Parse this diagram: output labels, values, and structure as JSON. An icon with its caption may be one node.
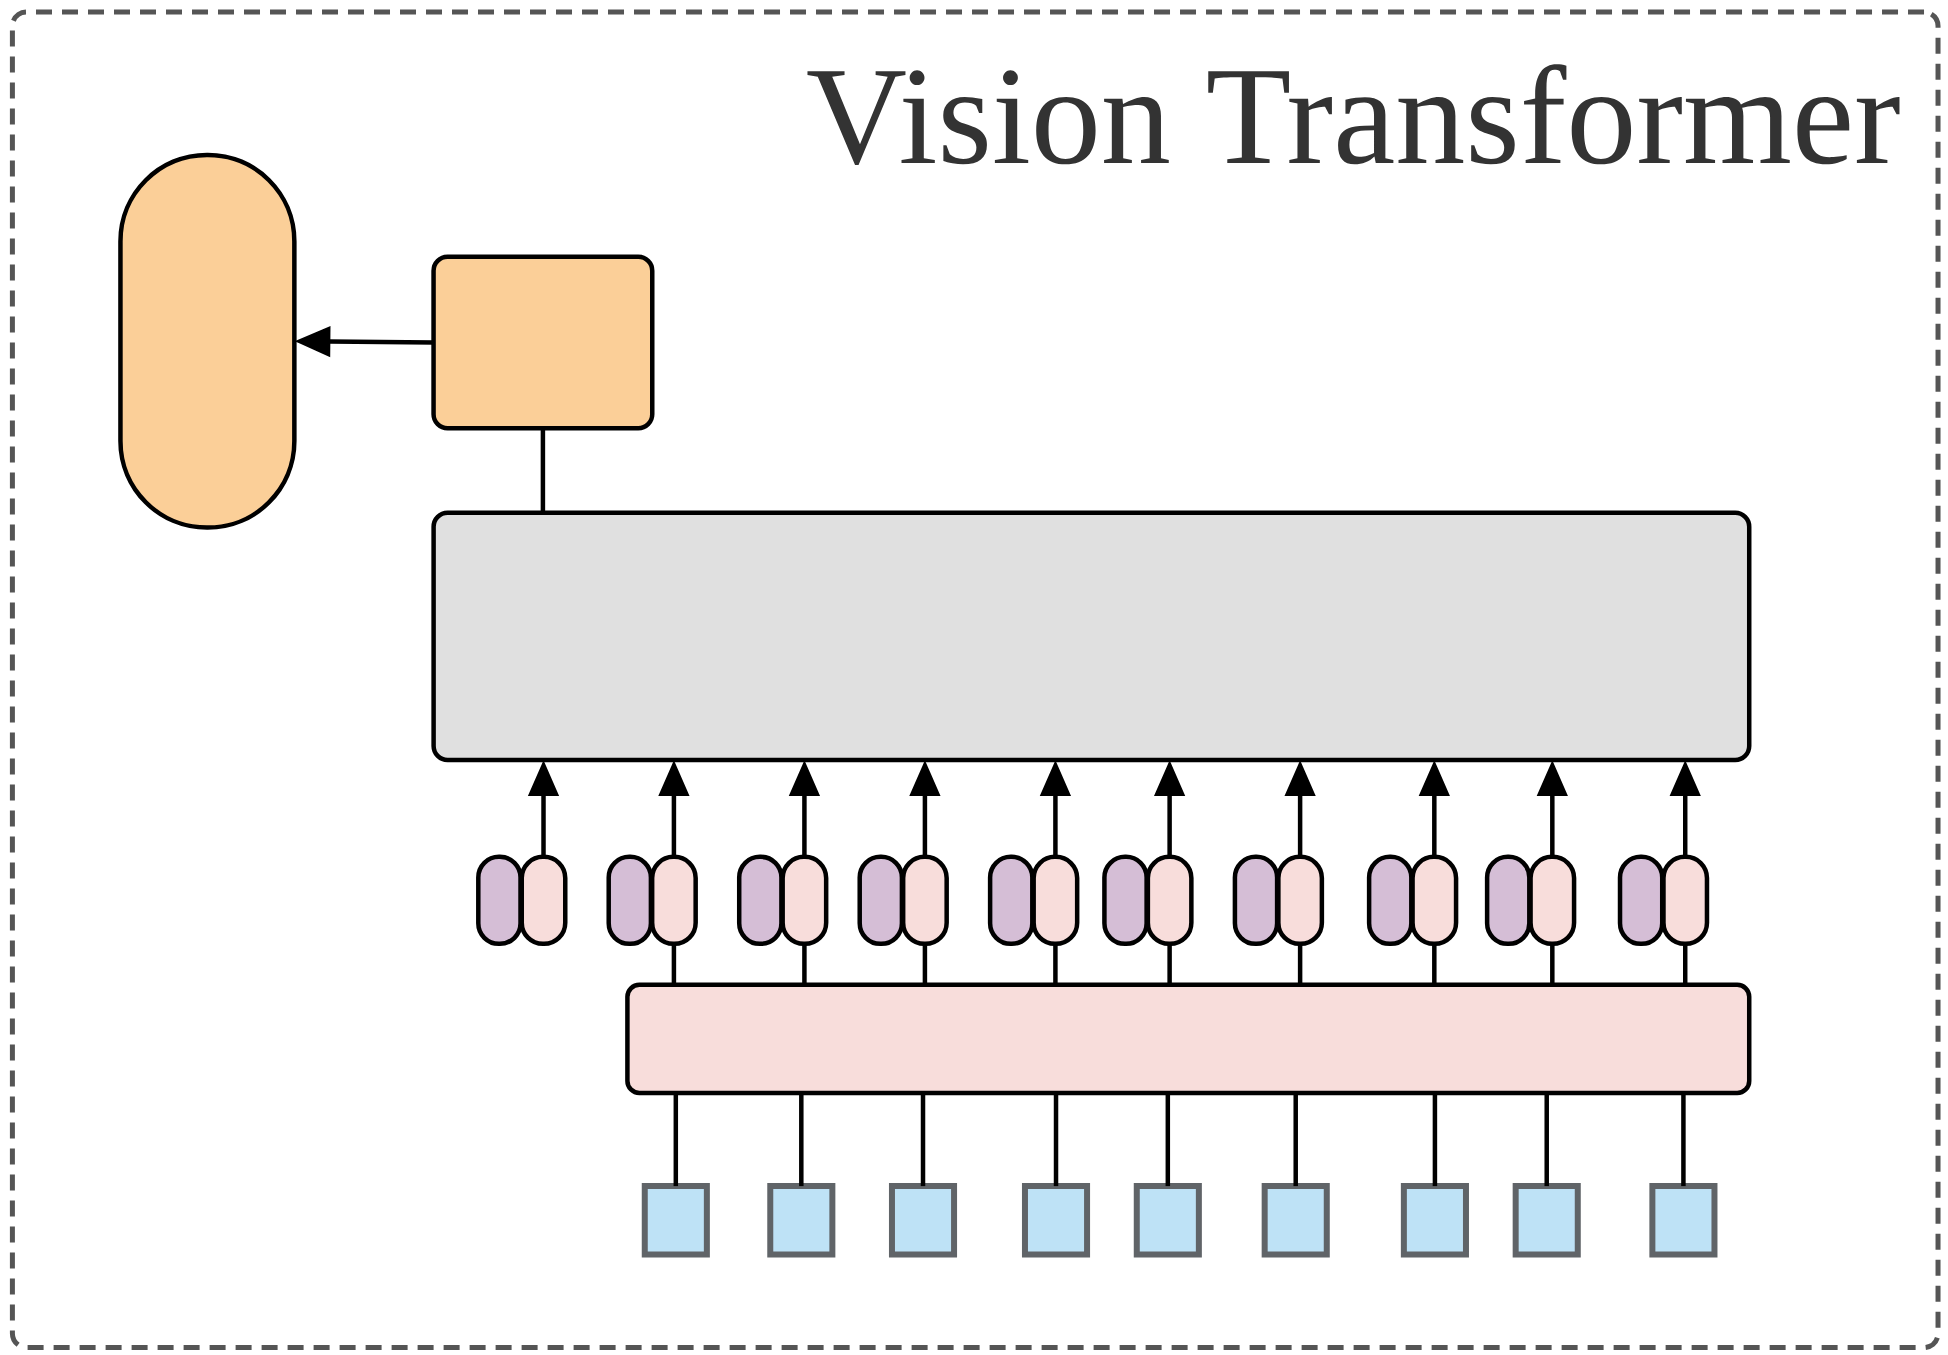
{
  "diagram": {
    "nodes": [
      {
        "text": [
          "Vision Transformer"
        ]
      },
      {
        "text": [],
        "shape": "capsule",
        "in": 0
      },
      {
        "text": [],
        "shape": "box",
        "in": 0
      },
      {
        "text": [],
        "shape": "box",
        "in": 0
      },
      {
        "text": [],
        "shape": "capsule",
        "in": 0
      },
      {
        "text": [],
        "shape": "capsule",
        "in": 0
      },
      {
        "text": [],
        "shape": "capsule",
        "in": 0
      },
      {
        "text": [],
        "shape": "capsule",
        "in": 0
      },
      {
        "text": [],
        "shape": "capsule",
        "in": 0
      },
      {
        "text": [],
        "shape": "capsule",
        "in": 0
      },
      {
        "text": [],
        "shape": "capsule",
        "in": 0
      },
      {
        "text": [],
        "shape": "capsule",
        "in": 0
      },
      {
        "text": [],
        "shape": "capsule",
        "in": 0
      },
      {
        "text": [],
        "shape": "capsule",
        "in": 0
      },
      {
        "text": [],
        "shape": "capsule",
        "in": 0
      },
      {
        "text": [],
        "shape": "capsule",
        "in": 0
      },
      {
        "text": [],
        "shape": "capsule",
        "in": 0
      },
      {
        "text": [],
        "shape": "capsule",
        "in": 0
      },
      {
        "text": [],
        "shape": "capsule",
        "in": 0
      },
      {
        "text": [],
        "shape": "capsule",
        "in": 0
      },
      {
        "text": [],
        "shape": "capsule",
        "in": 0
      },
      {
        "text": [],
        "shape": "capsule",
        "in": 0
      },
      {
        "text": [],
        "shape": "capsule",
        "in": 0
      },
      {
        "text": [],
        "shape": "capsule",
        "in": 0
      },
      {
        "text": [],
        "shape": "bar",
        "in": 0
      },
      {
        "text": [],
        "shape": "box",
        "in": 0
      },
      {
        "text": [],
        "shape": "box",
        "in": 0
      },
      {
        "text": [],
        "shape": "box",
        "in": 0
      },
      {
        "text": [],
        "shape": "box",
        "in": 0
      },
      {
        "text": [],
        "shape": "box",
        "in": 0
      },
      {
        "text": [],
        "shape": "box",
        "in": 0
      },
      {
        "text": [],
        "shape": "box",
        "in": 0
      },
      {
        "text": [],
        "shape": "box",
        "in": 0
      },
      {
        "text": [],
        "shape": "box",
        "in": 0
      }
    ],
    "edges": [
      {
        "from": 25,
        "to": 24,
        "arrow": "none"
      },
      {
        "from": 26,
        "to": 24,
        "arrow": "none"
      },
      {
        "from": 27,
        "to": 24,
        "arrow": "none"
      },
      {
        "from": 28,
        "to": 24,
        "arrow": "none"
      },
      {
        "from": 29,
        "to": 24,
        "arrow": "none"
      },
      {
        "from": 30,
        "to": 24,
        "arrow": "none"
      },
      {
        "from": 31,
        "to": 24,
        "arrow": "none"
      },
      {
        "from": 32,
        "to": 24,
        "arrow": "none"
      },
      {
        "from": 33,
        "to": 24,
        "arrow": "none"
      },
      {
        "from": 24,
        "to": 7,
        "arrow": "none"
      },
      {
        "from": 24,
        "to": 9,
        "arrow": "none"
      },
      {
        "from": 24,
        "to": 11,
        "arrow": "none"
      },
      {
        "from": 24,
        "to": 13,
        "arrow": "none"
      },
      {
        "from": 24,
        "to": 15,
        "arrow": "none"
      },
      {
        "from": 24,
        "to": 17,
        "arrow": "none"
      },
      {
        "from": 24,
        "to": 19,
        "arrow": "none"
      },
      {
        "from": 24,
        "to": 21,
        "arrow": "none"
      },
      {
        "from": 24,
        "to": 23,
        "arrow": "none"
      },
      {
        "from": 5,
        "to": 3,
        "arrow": "to"
      },
      {
        "from": 7,
        "to": 3,
        "arrow": "to"
      },
      {
        "from": 9,
        "to": 3,
        "arrow": "to"
      },
      {
        "from": 11,
        "to": 3,
        "arrow": "to"
      },
      {
        "from": 13,
        "to": 3,
        "arrow": "to"
      },
      {
        "from": 15,
        "to": 3,
        "arrow": "to"
      },
      {
        "from": 17,
        "to": 3,
        "arrow": "to"
      },
      {
        "from": 19,
        "to": 3,
        "arrow": "to"
      },
      {
        "from": 21,
        "to": 3,
        "arrow": "to"
      },
      {
        "from": 23,
        "to": 3,
        "arrow": "to"
      },
      {
        "from": 3,
        "to": 2,
        "arrow": "none"
      },
      {
        "from": 2,
        "to": 1,
        "arrow": "to"
      }
    ]
  }
}
